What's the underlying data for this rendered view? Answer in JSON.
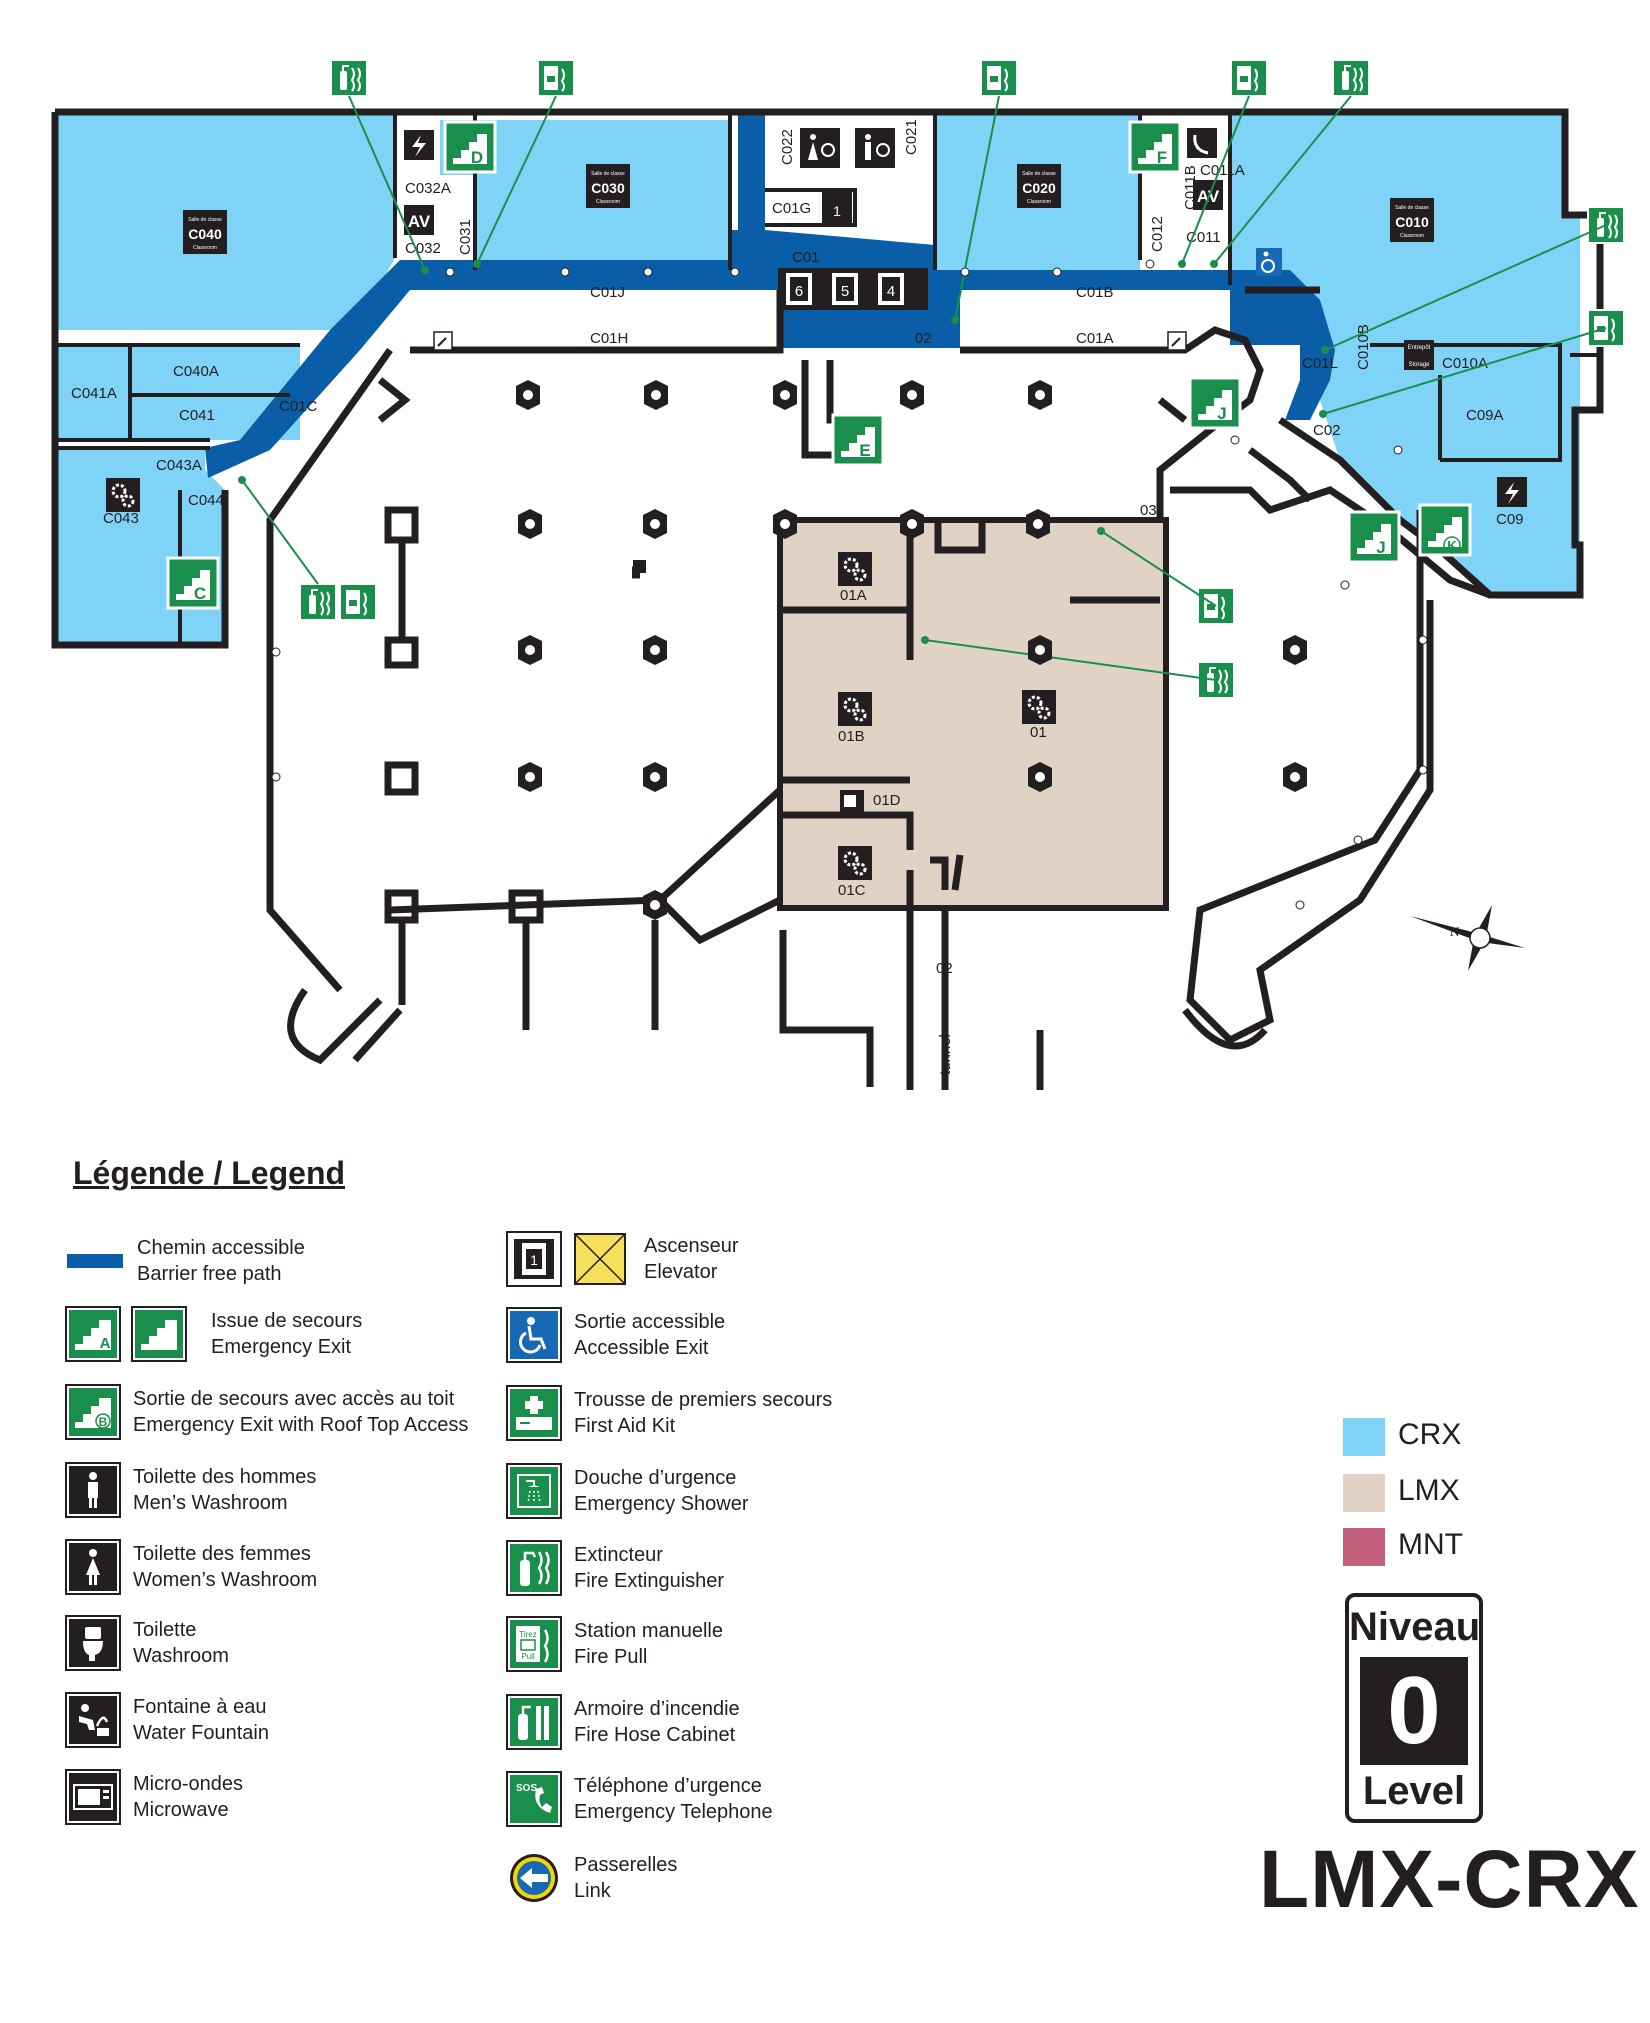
{
  "map": {
    "rooms_crx": [
      {
        "id": "C040",
        "sub_top": "Salle de classe",
        "sub_bottom": "Classroom"
      },
      {
        "id": "C030",
        "sub_top": "Salle de classe",
        "sub_bottom": "Classroom"
      },
      {
        "id": "C020",
        "sub_top": "Salle de classe",
        "sub_bottom": "Classroom"
      },
      {
        "id": "C010",
        "sub_top": "Salle de classe",
        "sub_bottom": "Classroom"
      }
    ],
    "labels": [
      "C032A",
      "C032",
      "C031",
      "C022",
      "C021",
      "C01G",
      "C01",
      "C01J",
      "C01H",
      "C01B",
      "C01A",
      "C011B",
      "C011A",
      "C011",
      "C012",
      "C01L",
      "C010B",
      "C010A",
      "C09A",
      "C02",
      "C09",
      "C040A",
      "C041A",
      "C041",
      "C01C",
      "C043A",
      "C044",
      "C043",
      "01A",
      "01B",
      "01",
      "01D",
      "01C",
      "03",
      "02",
      "02",
      "tunnel"
    ],
    "storage_label_top": "Entrepôt",
    "storage_label_bottom": "Storage",
    "elevators": [
      "6",
      "5",
      "4",
      "1"
    ],
    "exits": [
      "D",
      "F",
      "J",
      "E",
      "C",
      "J",
      "K"
    ],
    "av": [
      "AV",
      "AV"
    ],
    "compass": "N"
  },
  "legend": {
    "title": "Légende / Legend",
    "items": [
      {
        "fr": "Chemin accessible",
        "en": "Barrier free path"
      },
      {
        "fr": "Issue de secours",
        "en": "Emergency Exit",
        "letter": "A"
      },
      {
        "fr": "Sortie de secours avec accès au toit",
        "en": "Emergency Exit with Roof Top Access",
        "letter": "B"
      },
      {
        "fr": "Toilette des hommes",
        "en": "Men’s Washroom"
      },
      {
        "fr": "Toilette des femmes",
        "en": "Women’s Washroom"
      },
      {
        "fr": "Toilette",
        "en": "Washroom"
      },
      {
        "fr": "Fontaine à eau",
        "en": "Water Fountain"
      },
      {
        "fr": "Micro-ondes",
        "en": "Microwave"
      },
      {
        "fr": "Ascenseur",
        "en": "Elevator",
        "number": "1"
      },
      {
        "fr": "Sortie accessible",
        "en": "Accessible Exit"
      },
      {
        "fr": "Trousse de premiers secours",
        "en": "First Aid Kit"
      },
      {
        "fr": "Douche d’urgence",
        "en": "Emergency Shower"
      },
      {
        "fr": "Extincteur",
        "en": "Fire Extinguisher"
      },
      {
        "fr": "Station manuelle",
        "en": "Fire Pull",
        "pull_top": "Tirez",
        "pull_bottom": "Pull"
      },
      {
        "fr": "Armoire d’incendie",
        "en": "Fire Hose Cabinet"
      },
      {
        "fr": "Téléphone d’urgence",
        "en": "Emergency Telephone",
        "sos": "SOS"
      },
      {
        "fr": "Passerelles",
        "en": "Link"
      }
    ],
    "zones": [
      {
        "name": "CRX",
        "color": "#7fd3f7"
      },
      {
        "name": "LMX",
        "color": "#e0d3c5"
      },
      {
        "name": "MNT",
        "color": "#c4607d"
      }
    ]
  },
  "level": {
    "top": "Niveau",
    "number": "0",
    "bottom": "Level"
  },
  "building": "LMX-CRX",
  "colors": {
    "crx": "#7fd3f7",
    "lmx": "#e0d3c5",
    "path": "#0a5ea8",
    "green": "#1a8f4c",
    "wall": "#231f20"
  }
}
